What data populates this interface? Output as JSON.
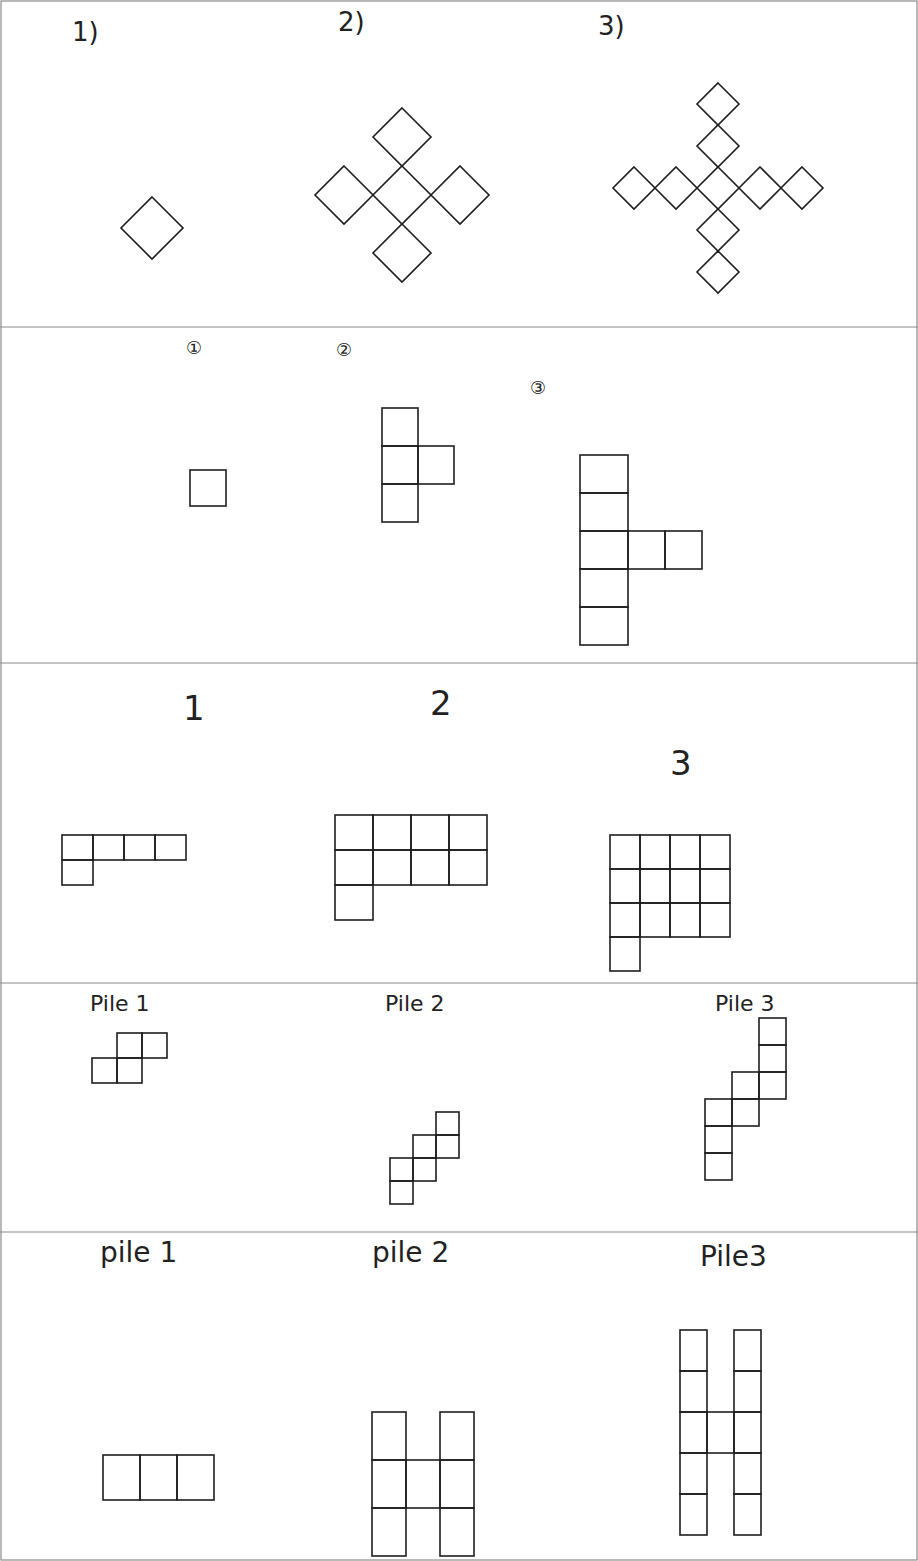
{
  "diagram": {
    "labels": [
      "1)",
      "2)",
      "3)",
      "①",
      "②",
      "③",
      "1",
      "2",
      "3",
      "Pile 1",
      "Pile 2",
      "Pile 3",
      "pile 1",
      "pile 2",
      "Pile3"
    ]
  }
}
